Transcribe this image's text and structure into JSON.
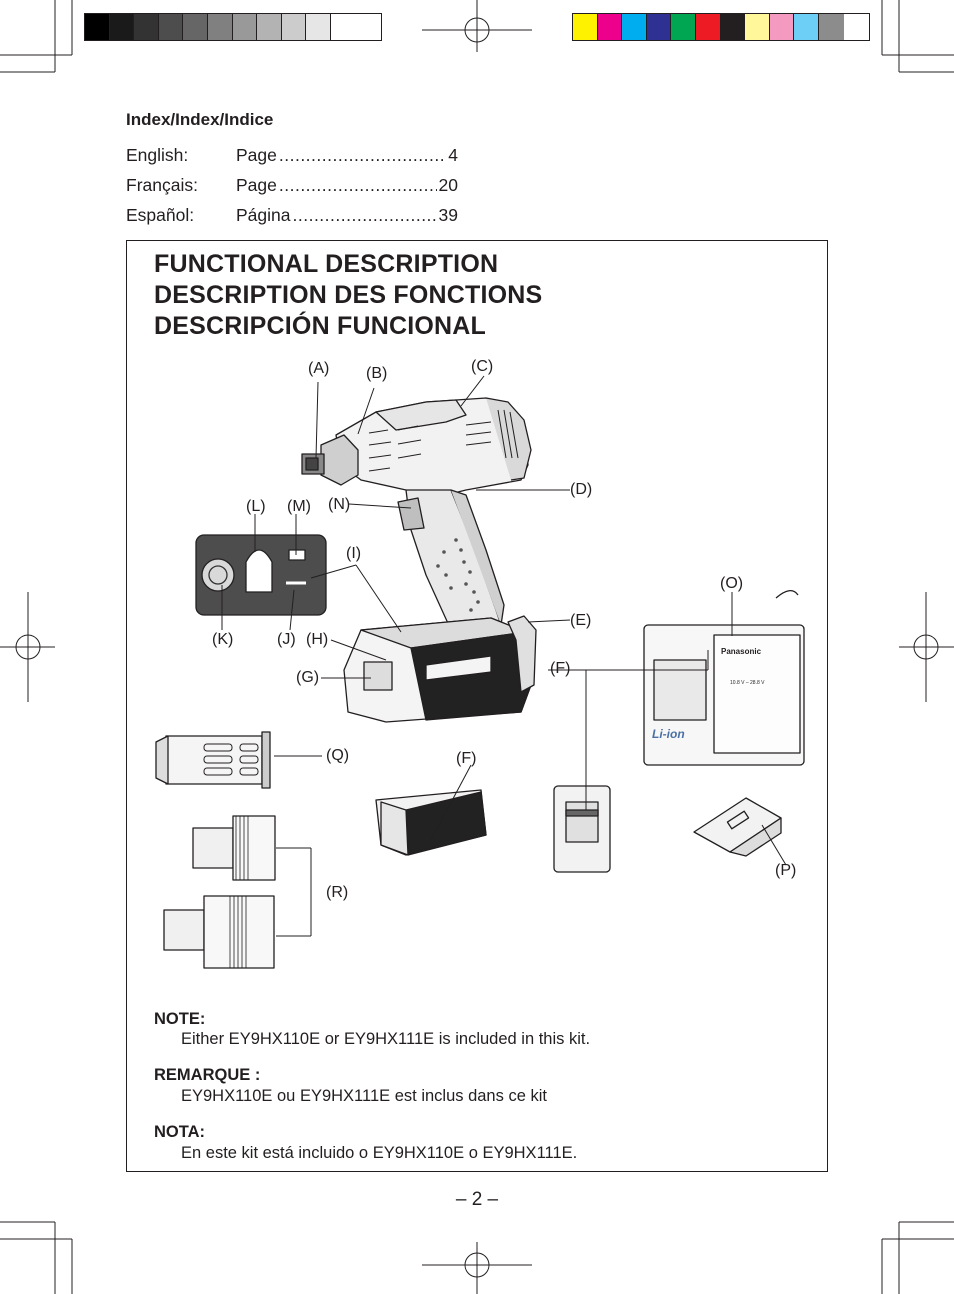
{
  "registration": {
    "grayscale": [
      "#000000",
      "#1a1a1a",
      "#333333",
      "#4d4d4d",
      "#666666",
      "#808080",
      "#999999",
      "#b3b3b3",
      "#cccccc",
      "#e6e6e6",
      "#ffffff"
    ],
    "colors": [
      "#fff200",
      "#ec008c",
      "#00aeef",
      "#2e3192",
      "#00a651",
      "#ed1c24",
      "#231f20",
      "#fff799",
      "#f49ac1",
      "#6dcff6",
      "#8c8c8c"
    ]
  },
  "index": {
    "title": "Index/Index/Indice",
    "rows": [
      {
        "lang": "English:",
        "word": "Page",
        "page": "4"
      },
      {
        "lang": "Français:",
        "word": "Page",
        "page": "20"
      },
      {
        "lang": "Español:",
        "word": "Página",
        "page": "39"
      }
    ]
  },
  "section": {
    "titles": [
      "FUNCTIONAL DESCRIPTION",
      "DESCRIPTION DES FONCTIONS",
      "DESCRIPCIÓN FUNCIONAL"
    ]
  },
  "labels": {
    "A": "(A)",
    "B": "(B)",
    "C": "(C)",
    "D": "(D)",
    "E": "(E)",
    "F1": "(F)",
    "F2": "(F)",
    "G": "(G)",
    "H": "(H)",
    "I": "(I)",
    "J": "(J)",
    "K": "(K)",
    "L": "(L)",
    "M": "(M)",
    "N": "(N)",
    "O": "(O)",
    "P": "(P)",
    "Q": "(Q)",
    "R": "(R)"
  },
  "charger": {
    "brand": "Panasonic",
    "badge": "Li-ion",
    "voltage": "10.8 V – 28.8 V"
  },
  "notes": [
    {
      "head": "NOTE:",
      "text": "Either EY9HX110E or EY9HX111E is included in this kit."
    },
    {
      "head": "REMARQUE :",
      "text": "EY9HX110E ou EY9HX111E est inclus dans ce kit"
    },
    {
      "head": "NOTA:",
      "text": "En este kit está incluido o EY9HX110E o EY9HX111E."
    }
  ],
  "page_number": "– 2 –"
}
